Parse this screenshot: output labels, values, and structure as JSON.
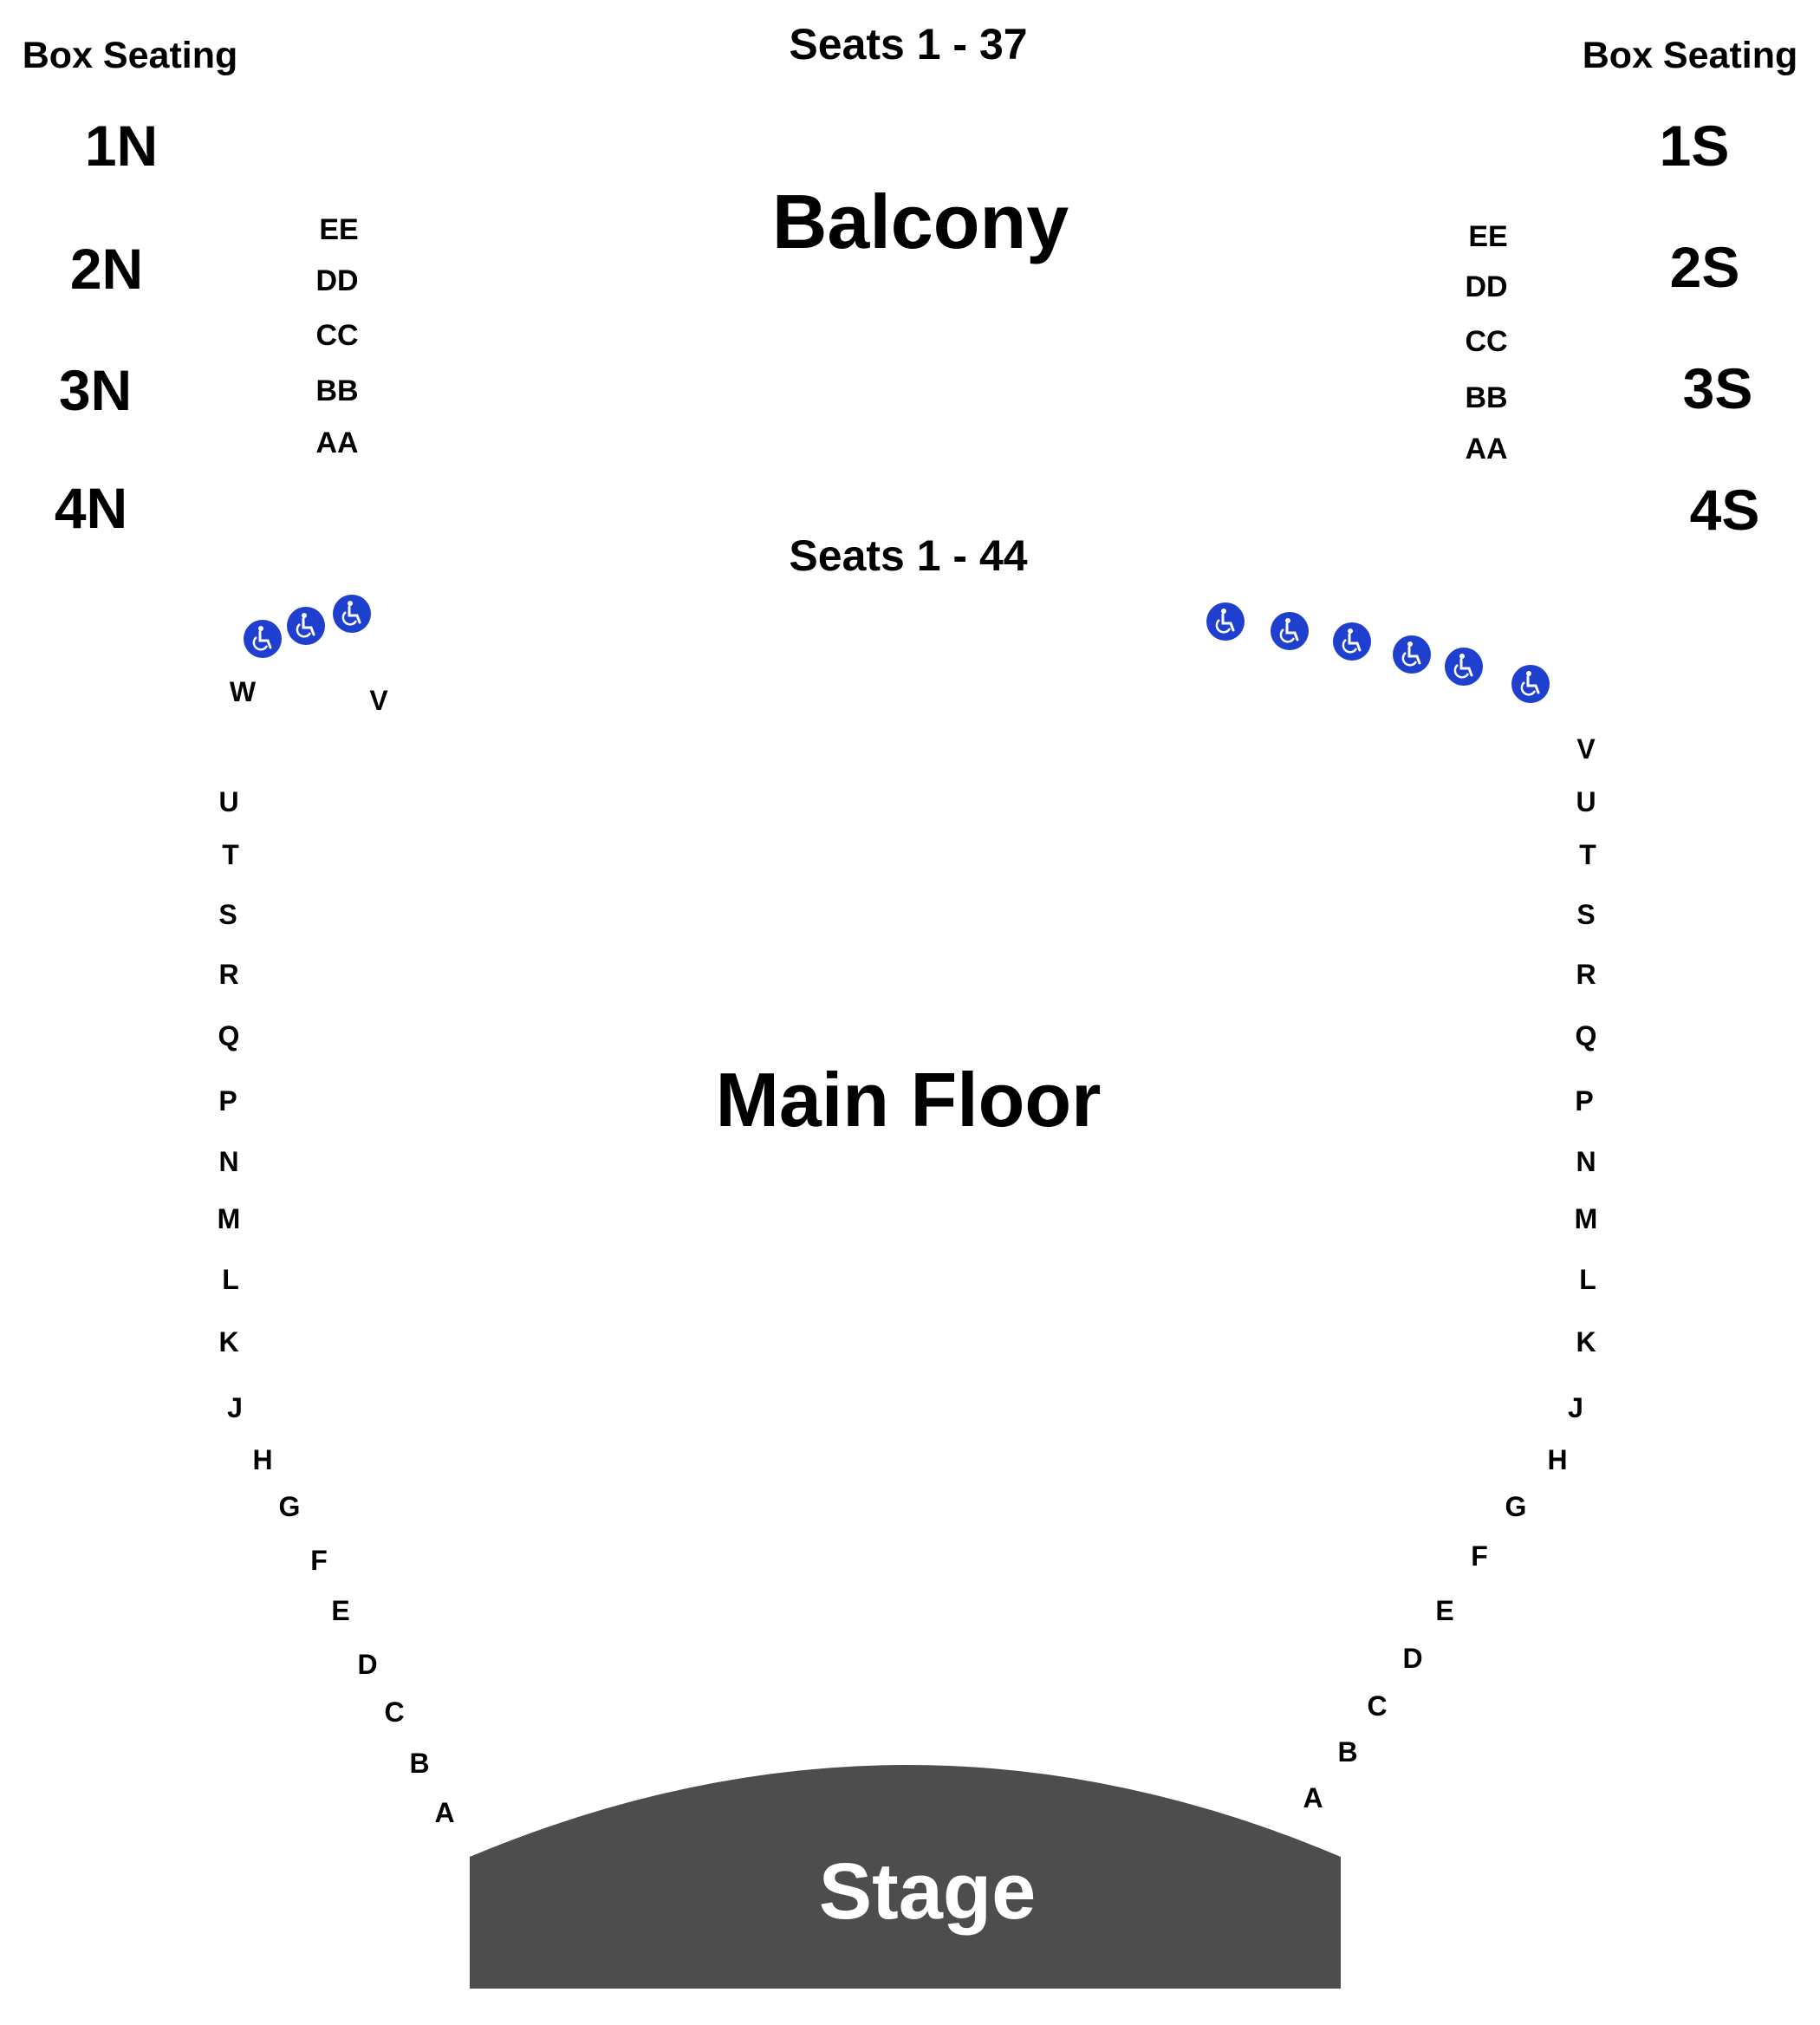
{
  "headers": {
    "balcony_seats": "Seats 1 - 37",
    "main_seats": "Seats 1 - 44",
    "box_seating_left": "Box Seating",
    "box_seating_right": "Box Seating"
  },
  "sections": {
    "balcony": "Balcony",
    "main_floor": "Main Floor",
    "stage": "Stage"
  },
  "boxes": {
    "north": [
      "1N",
      "2N",
      "3N",
      "4N"
    ],
    "south": [
      "1S",
      "2S",
      "3S",
      "4S"
    ]
  },
  "balcony_rows": {
    "left": [
      "EE",
      "DD",
      "CC",
      "BB",
      "AA"
    ],
    "right": [
      "EE",
      "DD",
      "CC",
      "BB",
      "AA"
    ]
  },
  "main_rows": {
    "left": [
      "W",
      "V",
      "U",
      "T",
      "S",
      "R",
      "Q",
      "P",
      "N",
      "M",
      "L",
      "K",
      "J",
      "H",
      "G",
      "F",
      "E",
      "D",
      "C",
      "B",
      "A"
    ],
    "right": [
      "V",
      "U",
      "T",
      "S",
      "R",
      "Q",
      "P",
      "N",
      "M",
      "L",
      "K",
      "J",
      "H",
      "G",
      "F",
      "E",
      "D",
      "C",
      "B",
      "A"
    ]
  },
  "wheelchair": {
    "left_count": 3,
    "right_count": 6,
    "icon": "wheelchair-accessible-icon"
  },
  "colors": {
    "wheelchair": "#1f3fcf",
    "stage": "#4d4d4d",
    "text": "#000000",
    "stage_text": "#ffffff"
  }
}
